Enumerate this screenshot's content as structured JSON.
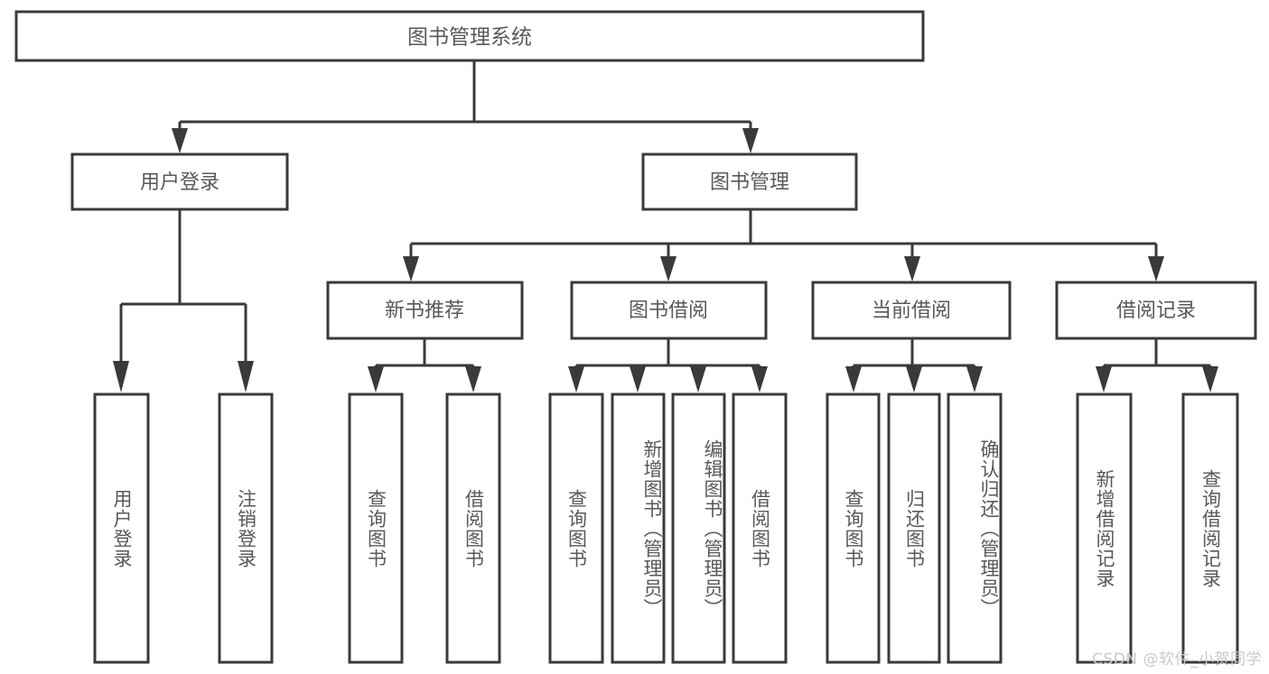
{
  "diagram": {
    "type": "tree-hierarchy-flowchart",
    "title": "图书管理系统",
    "watermark": "CSDN @软件_小贺同学",
    "colors": {
      "stroke": "#3a3a3a",
      "fill": "#ffffff",
      "text": "#595959",
      "watermark": "#c9c9c9",
      "background": "#ffffff"
    },
    "levels": {
      "root": {
        "label": "图书管理系统"
      },
      "level2": [
        {
          "label": "用户登录"
        },
        {
          "label": "图书管理"
        }
      ],
      "level3": [
        {
          "label": "新书推荐"
        },
        {
          "label": "图书借阅"
        },
        {
          "label": "当前借阅"
        },
        {
          "label": "借阅记录"
        }
      ],
      "leaves": {
        "user_login": [
          {
            "label": "用户登录"
          },
          {
            "label": "注销登录"
          }
        ],
        "new_book_recommend": [
          {
            "label": "查询图书"
          },
          {
            "label": "借阅图书"
          }
        ],
        "book_borrow": [
          {
            "label": "查询图书"
          },
          {
            "label": "新增图书（管理员）"
          },
          {
            "label": "编辑图书（管理员）"
          },
          {
            "label": "借阅图书"
          }
        ],
        "current_borrow": [
          {
            "label": "查询图书"
          },
          {
            "label": "归还图书"
          },
          {
            "label": "确认归还（管理员）"
          }
        ],
        "borrow_record": [
          {
            "label": "新增借阅记录"
          },
          {
            "label": "查询借阅记录"
          }
        ]
      }
    },
    "edges": [
      {
        "from": "图书管理系统",
        "to": "用户登录"
      },
      {
        "from": "图书管理系统",
        "to": "图书管理"
      },
      {
        "from": "用户登录",
        "to": "用户登录"
      },
      {
        "from": "用户登录",
        "to": "注销登录"
      },
      {
        "from": "图书管理",
        "to": "新书推荐"
      },
      {
        "from": "图书管理",
        "to": "图书借阅"
      },
      {
        "from": "图书管理",
        "to": "当前借阅"
      },
      {
        "from": "图书管理",
        "to": "借阅记录"
      },
      {
        "from": "新书推荐",
        "to": "查询图书"
      },
      {
        "from": "新书推荐",
        "to": "借阅图书"
      },
      {
        "from": "图书借阅",
        "to": "查询图书"
      },
      {
        "from": "图书借阅",
        "to": "新增图书（管理员）"
      },
      {
        "from": "图书借阅",
        "to": "编辑图书（管理员）"
      },
      {
        "from": "图书借阅",
        "to": "借阅图书"
      },
      {
        "from": "当前借阅",
        "to": "查询图书"
      },
      {
        "from": "当前借阅",
        "to": "归还图书"
      },
      {
        "from": "当前借阅",
        "to": "确认归还（管理员）"
      },
      {
        "from": "借阅记录",
        "to": "新增借阅记录"
      },
      {
        "from": "借阅记录",
        "to": "查询借阅记录"
      }
    ]
  }
}
